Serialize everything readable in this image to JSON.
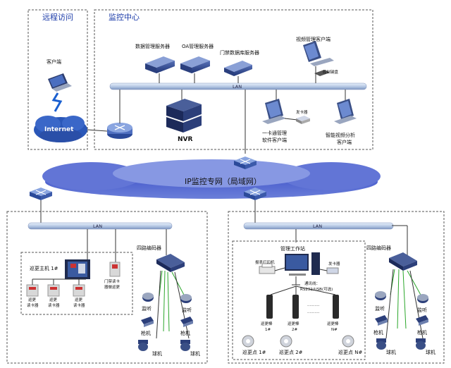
{
  "regions": {
    "remote": "远程访问",
    "monitor": "监控中心"
  },
  "top": {
    "client": "客户端",
    "internet": "Internet",
    "lan": "LAN",
    "data_server": "数据管理服务器",
    "oa_server": "OA管理服务器",
    "door_server": "门禁数据库服务器",
    "video_client": "视频管理客户端",
    "ctrl_keyboard": "控制键盘",
    "nvr": "NVR",
    "card_client_1": "一卡通管理",
    "card_client_2": "软件客户端",
    "reader": "发卡器",
    "ai_client_1": "智能视频分析",
    "ai_client_2": "客户端"
  },
  "wan": "IP监控专网（局域网）",
  "left": {
    "lan": "LAN",
    "encoder": "四路编码器",
    "patrol_host": "巡更主机 1#",
    "door_reader_1": "门禁读卡",
    "door_reader_2": "器做巡更",
    "reader_1": "巡更",
    "reader_1b": "读卡器",
    "reader_2": "巡更",
    "reader_2b": "读卡器",
    "reader_3": "巡更",
    "reader_3b": "读卡器",
    "listen_a": "监听",
    "listen_b": "监听",
    "gun_a": "枪机",
    "gun_b": "枪机",
    "dome_a": "球机",
    "dome_b": "球机"
  },
  "right": {
    "lan": "LAN",
    "encoder": "四路编码器",
    "workstation": "管理工作站",
    "printer": "报表打印机",
    "reader": "发卡器",
    "comm_1": "通讯线：",
    "comm_2": "RS232/USB(可选)",
    "stick_1": "巡更棒",
    "stick_1n": "1#",
    "stick_2": "巡更棒",
    "stick_2n": "2#",
    "stick_3": "巡更棒",
    "stick_3n": "N#",
    "dots": "..........",
    "point_1": "巡更点 1#",
    "point_2": "巡更点 2#",
    "point_3": "巡更点 N#",
    "listen_a": "监听",
    "listen_b": "监听",
    "gun_a": "枪机",
    "gun_b": "枪机",
    "dome_a": "球机",
    "dome_b": "球机"
  }
}
